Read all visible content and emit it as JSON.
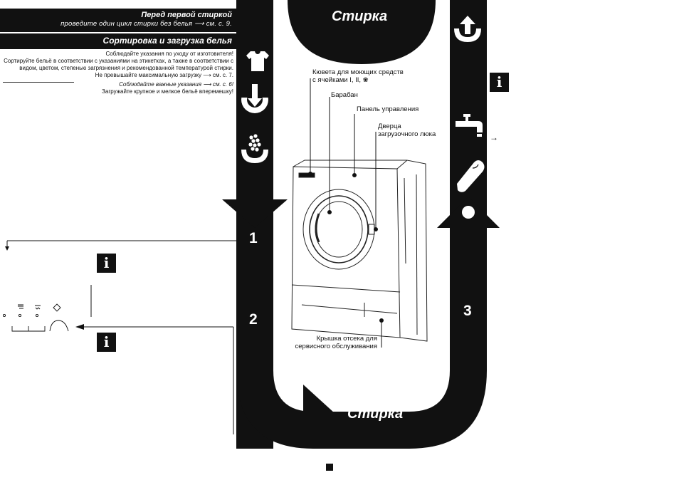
{
  "header": {
    "first_wash_title": "Перед первой стиркой",
    "first_wash_sub": "проведите один цикл стирки без белья ⟶ см. с. 9.",
    "sorting_title": "Сортировка и загрузка белья"
  },
  "instructions": {
    "line1": "Соблюдайте указания по уходу от изготовителя!",
    "line2": "Сортируйте бельё в соответствии с указаниями на этикетках, а также в соответствии с",
    "line3": "видом, цветом, степенью загрязнения и рекомендованной температурой стирки.",
    "line4": "Не превышайте максимальную загрузку ⟶ см. с. 7.",
    "line5": "Соблюдайте важные указания ⟶ см. с. 6!",
    "line6": "Загружайте крупное и мелкое бельё вперемешку!"
  },
  "banner": {
    "top_title": "Стирка",
    "bottom_title": "Стирка"
  },
  "steps": {
    "s1": "1",
    "s2": "2",
    "s3": "3"
  },
  "info_symbol": "i",
  "arrow_symbol": "→",
  "callouts": {
    "detergent_line1": "Кювета для моющих средств",
    "detergent_line2": "с ячейками I, II, ❀",
    "drum": "Барабан",
    "control_panel": "Панель управления",
    "door_line1": "Дверца",
    "door_line2": "загрузочного люка",
    "service_line1": "Крышка отсека для",
    "service_line2": "сервисного обслуживания"
  },
  "icons": {
    "left_column": [
      "shirt-icon",
      "load-arrow-icon",
      "detergent-dots-icon"
    ],
    "right_column": [
      "unload-arrow-icon",
      "tap-icon",
      "finger-icon",
      "circle-icon"
    ]
  },
  "colors": {
    "ink": "#111111",
    "paper": "#ffffff"
  }
}
